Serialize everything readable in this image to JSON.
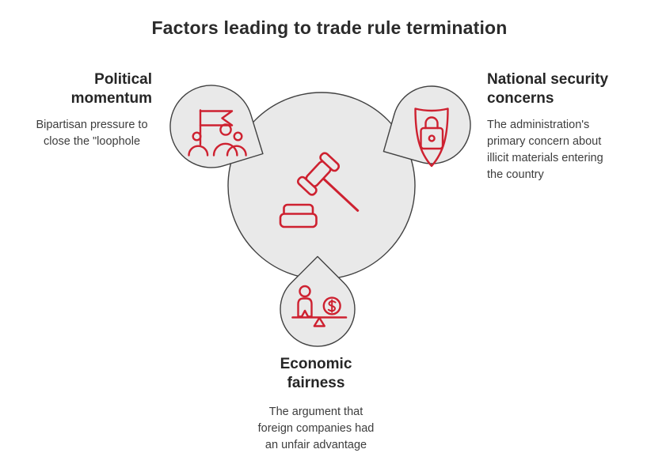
{
  "title": "Factors leading to trade rule termination",
  "colors": {
    "accent_red": "#ce2130",
    "node_fill": "#e9e9e9",
    "node_stroke": "#414141",
    "heading_text": "#262626",
    "body_text": "#3d3d3d"
  },
  "center_icon": "gavel-icon",
  "factors": [
    {
      "id": "political-momentum",
      "position": "top-left",
      "icon": "group-flag-icon",
      "heading": "Political\nmomentum",
      "description": "Bipartisan pressure to\nclose the \"loophole"
    },
    {
      "id": "national-security-concerns",
      "position": "top-right",
      "icon": "shield-lock-icon",
      "heading": "National security\nconcerns",
      "description": "The administration's\nprimary concern about\nillicit materials entering\nthe country"
    },
    {
      "id": "economic-fairness",
      "position": "bottom",
      "icon": "balance-scale-icon",
      "heading": "Economic\nfairness",
      "description": "The argument that\nforeign companies had\nan unfair advantage"
    }
  ]
}
